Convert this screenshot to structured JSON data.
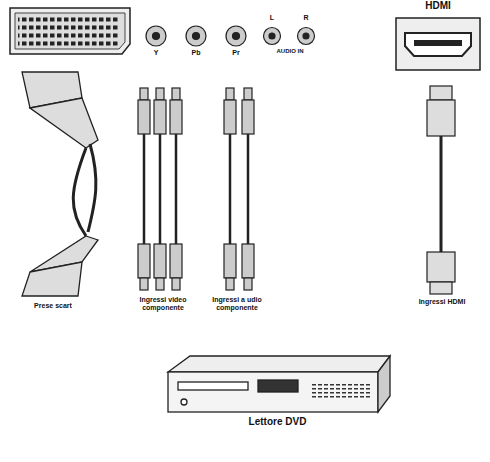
{
  "diagram": {
    "nodes": [
      {
        "text": [
          "HDMI"
        ]
      },
      {
        "text": [
          "Lettore DVD"
        ]
      }
    ],
    "labels": [
      "Y",
      "Pb",
      "Pr",
      "L",
      "R",
      "AUDIO IN",
      "Prese scart",
      "Ingressi video componente",
      "Ingressi a udio componente",
      "Ingressi HDMI"
    ]
  }
}
